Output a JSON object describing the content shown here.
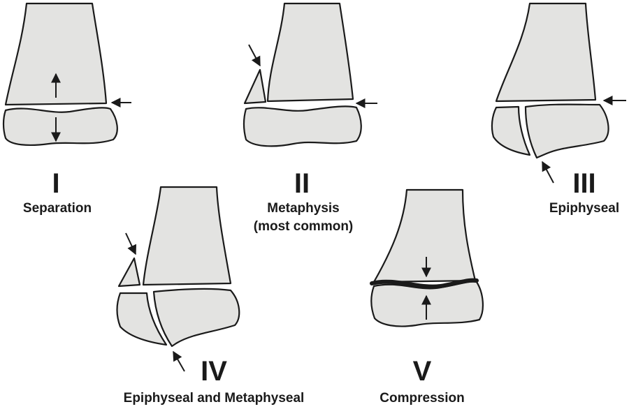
{
  "types": [
    {
      "numeral": "I",
      "label": [
        "Separation"
      ]
    },
    {
      "numeral": "II",
      "label": [
        "Metaphysis",
        "(most common)"
      ]
    },
    {
      "numeral": "III",
      "label": [
        "Epiphyseal"
      ]
    },
    {
      "numeral": "IV",
      "label": [
        "Epiphyseal and Metaphyseal"
      ]
    },
    {
      "numeral": "V",
      "label": [
        "Compression"
      ]
    }
  ]
}
